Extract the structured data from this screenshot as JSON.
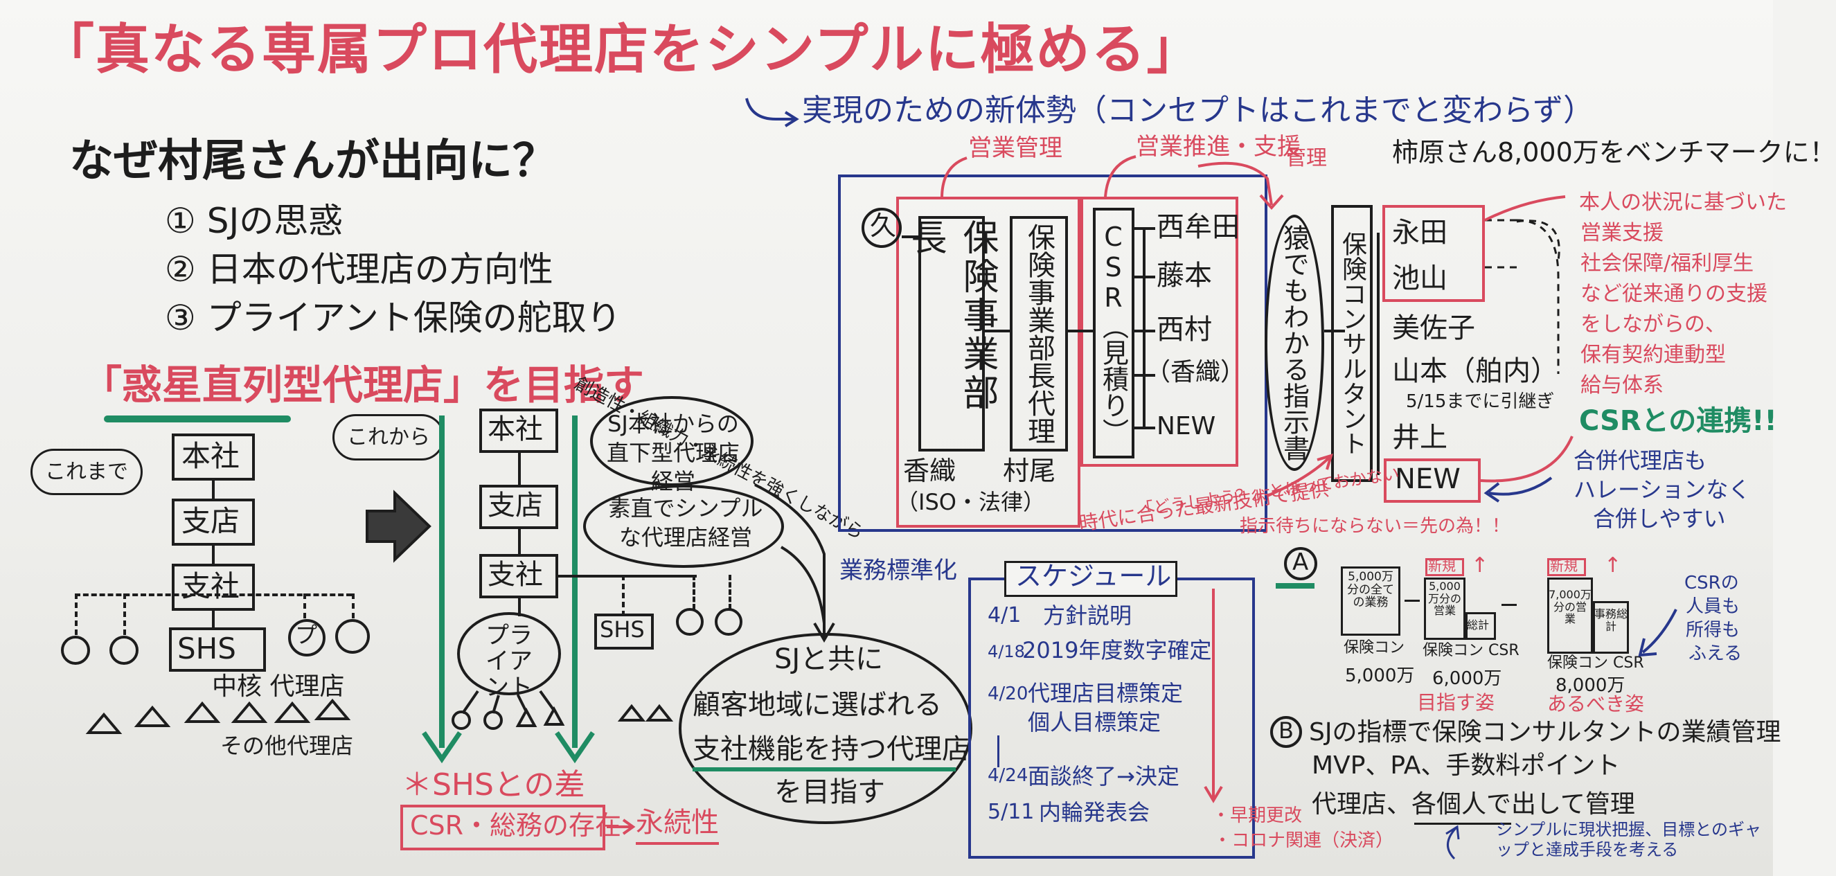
{
  "title": "「真なる専属プロ代理店をシンプルに極める」",
  "subtitle": "実現のための新体勢（コンセプトはこれまでと変わらず）",
  "why": {
    "heading": "なぜ村尾さんが出向に？",
    "items": [
      "① SJの思惑",
      "② 日本の代理店の方向性",
      "③ プライアント保険の舵取り"
    ]
  },
  "goal": "「惑星直列型代理店」を目指す",
  "before": {
    "label": "これまで",
    "hq": "本社",
    "branch": "支店",
    "office": "支社",
    "shs": "SHS",
    "pro": "プ",
    "core": "中核 代理店",
    "other": "その他代理店"
  },
  "after": {
    "label": "これから",
    "hq": "本社",
    "branch": "支店",
    "office": "支社",
    "pliant": "プライアント",
    "shs": "SHS",
    "creativity": "創造性・組織力・永続性を強くしながら",
    "bubble1": "SJ本社からの直下型代理店経営",
    "bubble2": "素直でシンプルな代理店経営",
    "diff": "＊SHSとの差",
    "csr": "CSR・総務の存在",
    "perpetuity": "永続性",
    "ellipse_line1": "SJと共に",
    "ellipse_line2": "顧客地域に選ばれる",
    "ellipse_line3": "支社機能を持つ代理店",
    "ellipse_line4": "を目指す"
  },
  "org": {
    "sales_mgmt": "営業管理",
    "sales_support": "営業推進・支援",
    "mgmt": "管理",
    "circle_mark": "久",
    "dept_head": "保険事業部長",
    "dept_deputy": "保険事業部長代理",
    "csr_box": "CSR（見積り）",
    "kaori": "香織",
    "iso": "（ISO・法律）",
    "murao": "村尾",
    "csr_members": [
      "西牟田",
      "藤本",
      "西村",
      "（香織）",
      "NEW"
    ],
    "manual": "猿でもわかる指示書",
    "consultant": "保険コンサルタント",
    "consultants": [
      "永田",
      "池山",
      "美佐子",
      "山本（舶内）",
      "井上",
      "NEW"
    ],
    "yamamoto_note": "5/15までに引継ぎ",
    "benchmark": "柿原さん8,000万をベンチマークに！",
    "red_notes": [
      "本人の状況に基づいた",
      "営業支援",
      "社会保障/福利厚生",
      "など従来通りの支援",
      "をしながらの、",
      "保有契約連動型",
      "給与体系"
    ],
    "csr_link": "CSRとの連携!!",
    "merger_note": [
      "合併代理店も",
      "ハレーションなく",
      "合併しやすい"
    ],
    "era_note": "時代に合った最新技術で提供",
    "era_note2": "「どうしよう？」とほっておかない",
    "instruction_note": "指示待ちにならない＝先の為！！",
    "standardize": "業務標準化"
  },
  "schedule": {
    "title": "スケジュール",
    "items": [
      {
        "date": "4/1",
        "text": "方針説明"
      },
      {
        "date": "4/18",
        "text": "2019年度数字確定"
      },
      {
        "date": "4/20",
        "text": "代理店目標策定"
      },
      {
        "date": "",
        "text": "個人目標策定"
      },
      {
        "date": "4/24",
        "text": "面談終了→決定"
      },
      {
        "date": "5/11",
        "text": "内輪発表会"
      }
    ],
    "side_notes": [
      "・早期更改",
      "・コロナ関連（決済）"
    ]
  },
  "plan": {
    "label_a": "A",
    "bar1": {
      "top": "5,000万分の全ての業務",
      "caption": "保険コン",
      "amount": "5,000万"
    },
    "bar2": {
      "new": "新規",
      "top": "5,000万分の営業",
      "right": "総計",
      "caption": "保険コン CSR",
      "amount": "6,000万",
      "target": "目指す姿"
    },
    "bar3": {
      "new": "新規",
      "top": "7,000万分の営業",
      "right": "事務総計",
      "caption": "保険コン CSR",
      "amount": "8,000万",
      "target": "あるべき姿"
    },
    "csr_increase": [
      "CSRの",
      "人員も",
      "所得も",
      "ふえる"
    ]
  },
  "metrics": {
    "label_b": "B",
    "line1": "SJの指標で保険コンサルタントの業績管理",
    "line2": "MVP、PA、手数料ポイント",
    "line3": "代理店、各個人で出して管理",
    "note": "シンプルに現状把握、目標とのギャップと達成手段を考える"
  }
}
